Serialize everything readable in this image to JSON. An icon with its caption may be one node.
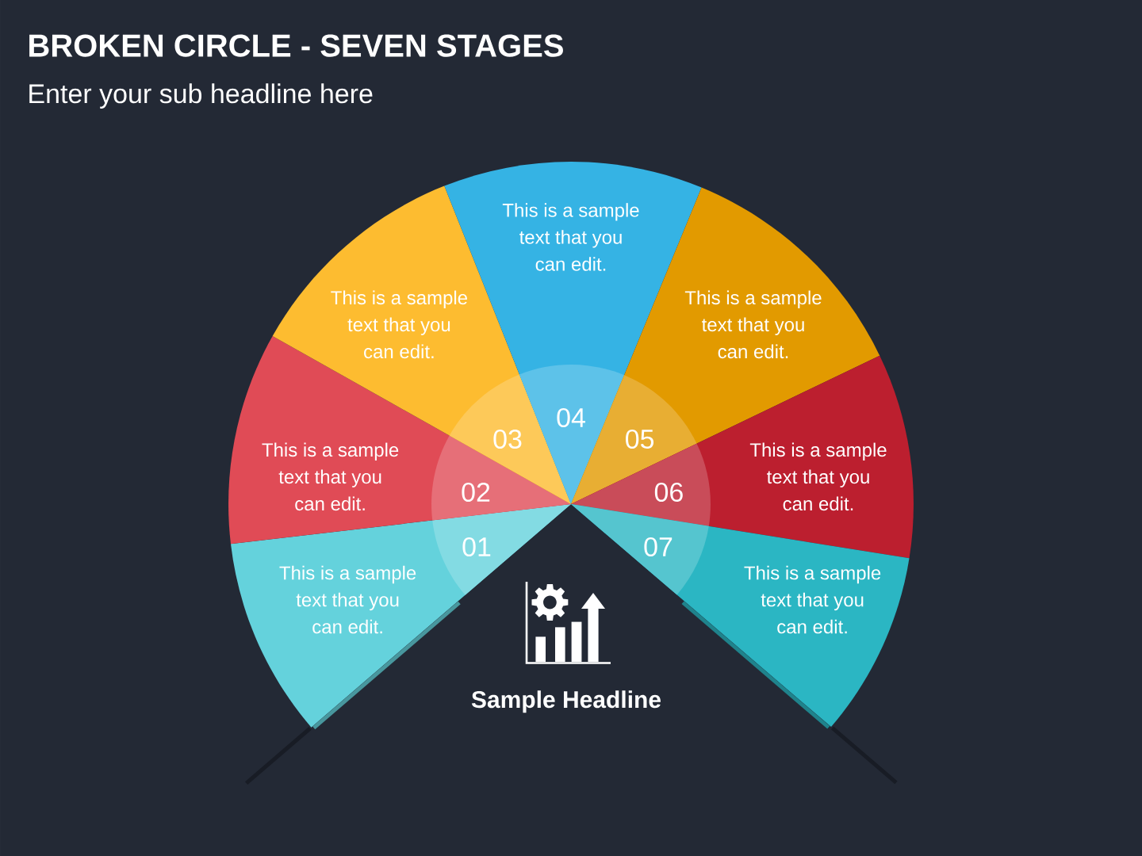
{
  "diagram": {
    "title": "BROKEN CIRCLE - SEVEN STAGES",
    "nodes": [
      {
        "text": [
          "01",
          "This is a sample text that you can edit."
        ]
      },
      {
        "text": [
          "This is a sample text that you can edit.",
          "02"
        ]
      },
      {
        "text": [
          "This is a sample text that you can edit.",
          "03"
        ]
      },
      {
        "text": [
          "This is a sample text that you can edit.",
          "04"
        ]
      },
      {
        "text": [
          "This is a sample text that you can edit.",
          "05"
        ]
      },
      {
        "text": [
          "06",
          "This is a sample text that you can edit."
        ]
      },
      {
        "text": [
          "07",
          "This is a sample text that you can edit."
        ]
      }
    ],
    "labels": [
      "Enter your sub headline here",
      "Sample Headline"
    ]
  }
}
